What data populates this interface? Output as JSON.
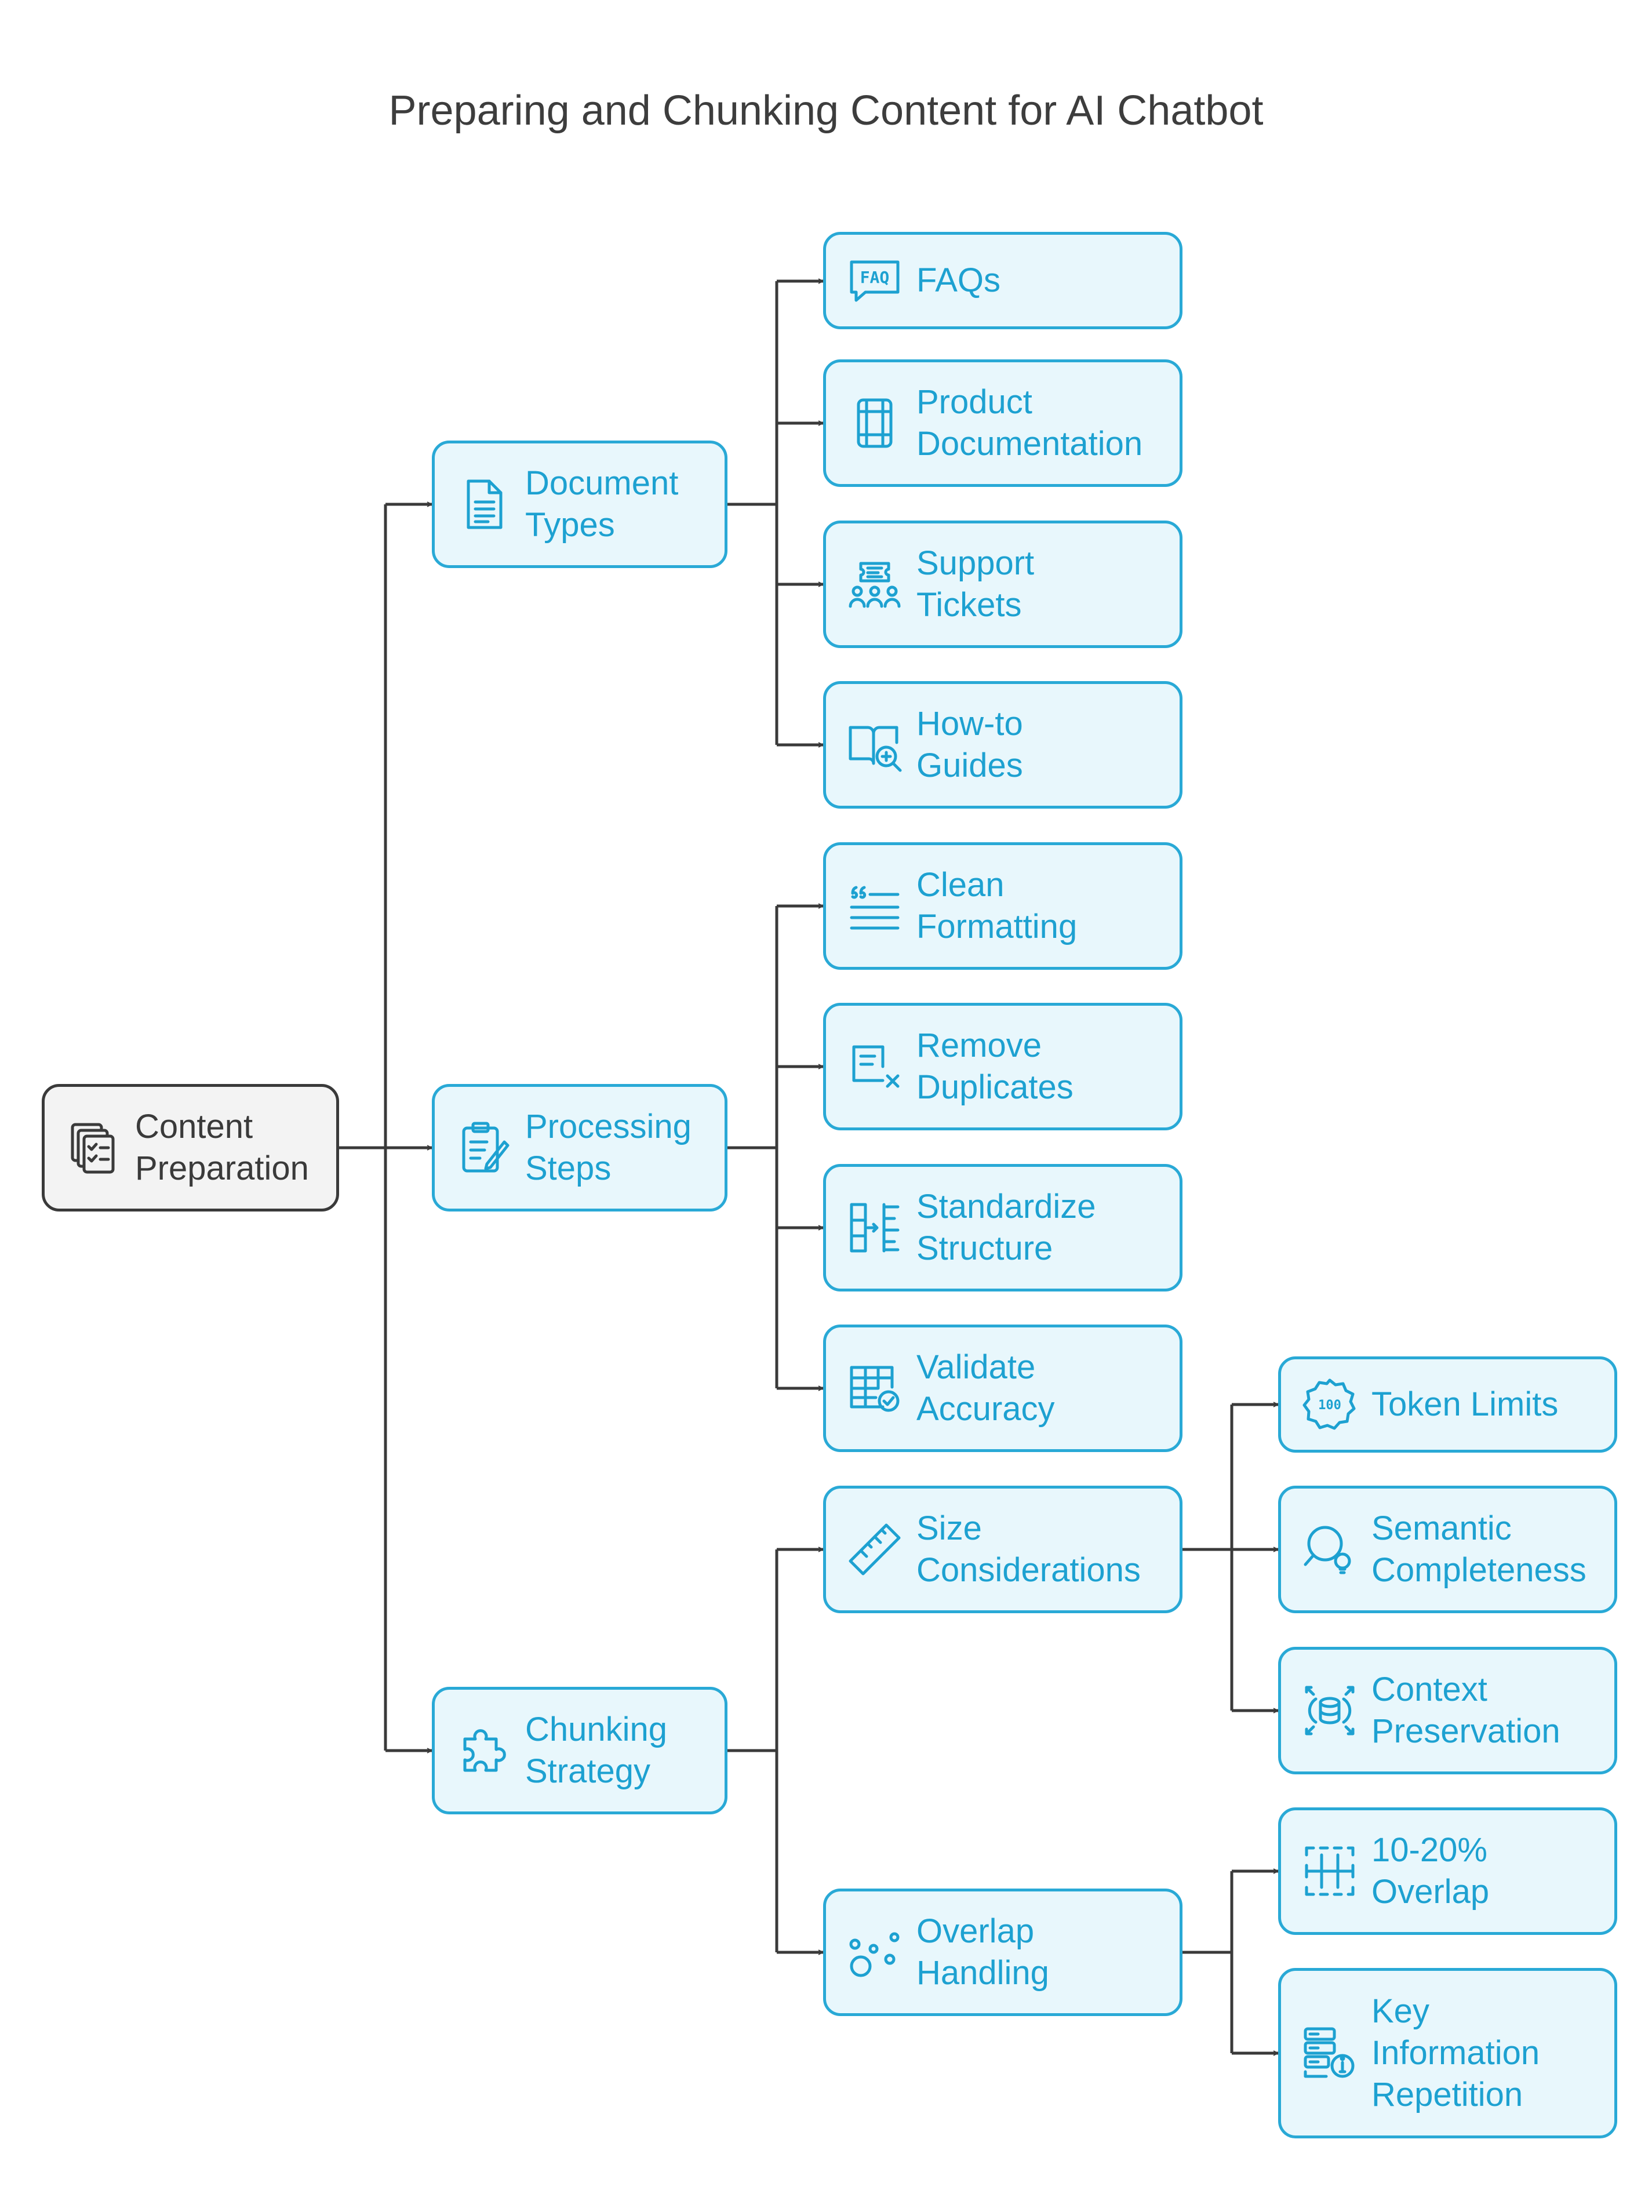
{
  "title": "Preparing and Chunking Content for AI Chatbot",
  "nodes": {
    "root": {
      "label": "Content\nPreparation",
      "icon": "documents-checklist-icon"
    },
    "doc_types": {
      "label": "Document\nTypes",
      "icon": "document-icon"
    },
    "processing": {
      "label": "Processing\nSteps",
      "icon": "clipboard-pencil-icon"
    },
    "chunking": {
      "label": "Chunking\nStrategy",
      "icon": "puzzle-icon"
    },
    "faqs": {
      "label": "FAQs",
      "icon": "faq-chat-icon"
    },
    "product_doc": {
      "label": "Product\nDocumentation",
      "icon": "tablet-book-icon"
    },
    "support": {
      "label": "Support\nTickets",
      "icon": "ticket-people-icon"
    },
    "howto": {
      "label": "How-to\nGuides",
      "icon": "book-search-icon"
    },
    "clean": {
      "label": "Clean\nFormatting",
      "icon": "quote-lines-icon"
    },
    "remove": {
      "label": "Remove\nDuplicates",
      "icon": "note-x-icon"
    },
    "standardize": {
      "label": "Standardize\nStructure",
      "icon": "columns-arrow-icon"
    },
    "validate": {
      "label": "Validate\nAccuracy",
      "icon": "table-check-icon"
    },
    "size": {
      "label": "Size\nConsiderations",
      "icon": "ruler-icon"
    },
    "overlap": {
      "label": "Overlap\nHandling",
      "icon": "bubbles-icon"
    },
    "token": {
      "label": "Token Limits",
      "icon": "badge-100-icon"
    },
    "semantic": {
      "label": "Semantic\nCompleteness",
      "icon": "magnifier-bulb-icon"
    },
    "context": {
      "label": "Context\nPreservation",
      "icon": "database-frame-icon"
    },
    "pct": {
      "label": "10-20%\nOverlap",
      "icon": "dashed-grid-icon"
    },
    "key": {
      "label": "Key\nInformation\nRepetition",
      "icon": "server-info-icon"
    }
  },
  "colors": {
    "accent": "#29a9d6",
    "accent_text": "#1da1d1",
    "fill": "#e8f7fc",
    "root_border": "#3a3a3a",
    "root_fill": "#f3f3f3",
    "line": "#3a3a3a"
  }
}
